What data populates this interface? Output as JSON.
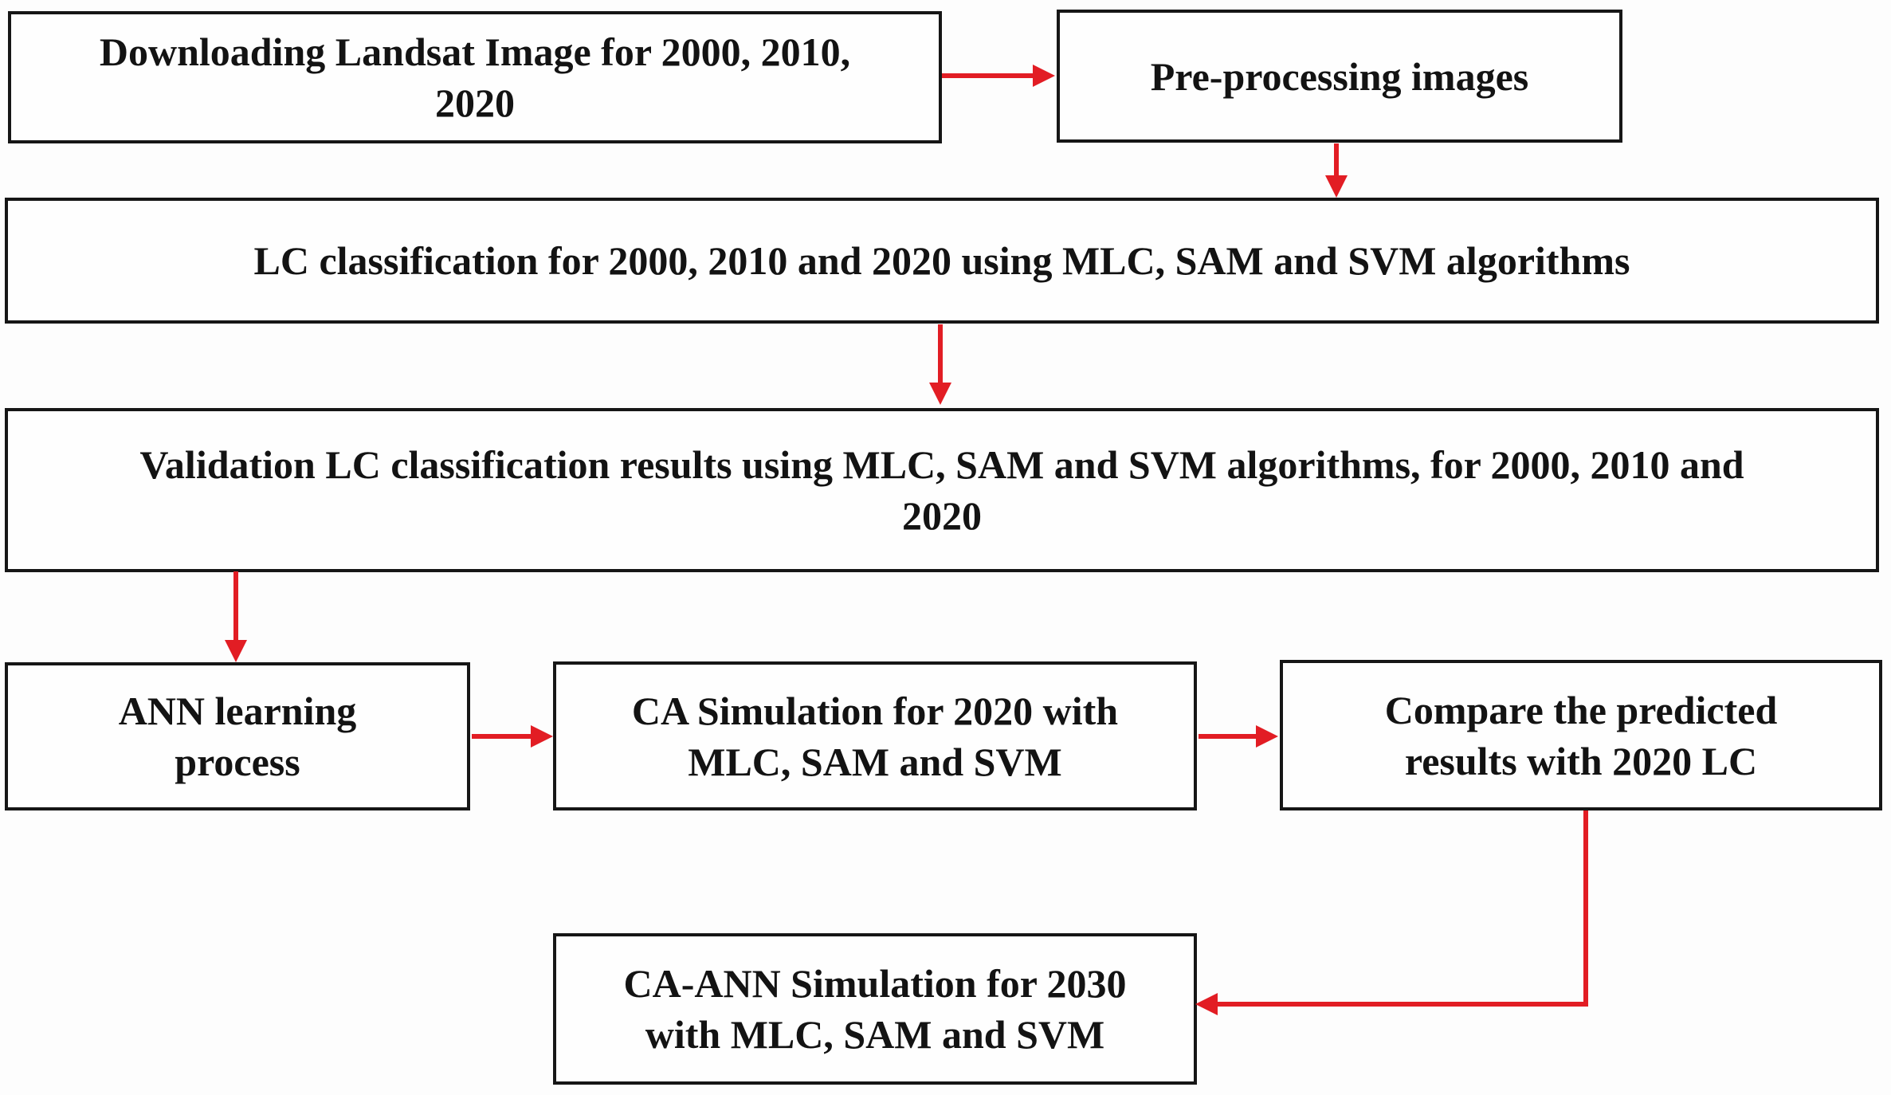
{
  "figure": {
    "type": "flowchart",
    "background": "#fdfdfd",
    "box_fill": "#fefefe",
    "box_border_color": "#161616",
    "arrow_color": "#e21d24",
    "nodes": [
      {
        "id": "download",
        "label": "Downloading Landsat Image for 2000, 2010, 2020"
      },
      {
        "id": "preprocess",
        "label": "Pre-processing images"
      },
      {
        "id": "classify",
        "label": "LC classification for 2000, 2010 and 2020 using MLC, SAM and SVM algorithms"
      },
      {
        "id": "validate",
        "label": "Validation LC classification results using MLC, SAM and SVM algorithms, for 2000, 2010 and 2020"
      },
      {
        "id": "ann",
        "label": "ANN learning process"
      },
      {
        "id": "ca_sim",
        "label": "CA Simulation for 2020 with MLC, SAM and SVM"
      },
      {
        "id": "compare",
        "label": "Compare the predicted results with 2020 LC"
      },
      {
        "id": "ca_ann",
        "label": "CA-ANN Simulation for 2030 with MLC, SAM and SVM"
      }
    ],
    "edges": [
      {
        "from": "download",
        "to": "preprocess",
        "direction": "right"
      },
      {
        "from": "preprocess",
        "to": "classify",
        "direction": "down"
      },
      {
        "from": "classify",
        "to": "validate",
        "direction": "down"
      },
      {
        "from": "validate",
        "to": "ann",
        "direction": "down"
      },
      {
        "from": "ann",
        "to": "ca_sim",
        "direction": "right"
      },
      {
        "from": "ca_sim",
        "to": "compare",
        "direction": "right"
      },
      {
        "from": "compare",
        "to": "ca_ann",
        "direction": "down-then-left"
      }
    ]
  }
}
